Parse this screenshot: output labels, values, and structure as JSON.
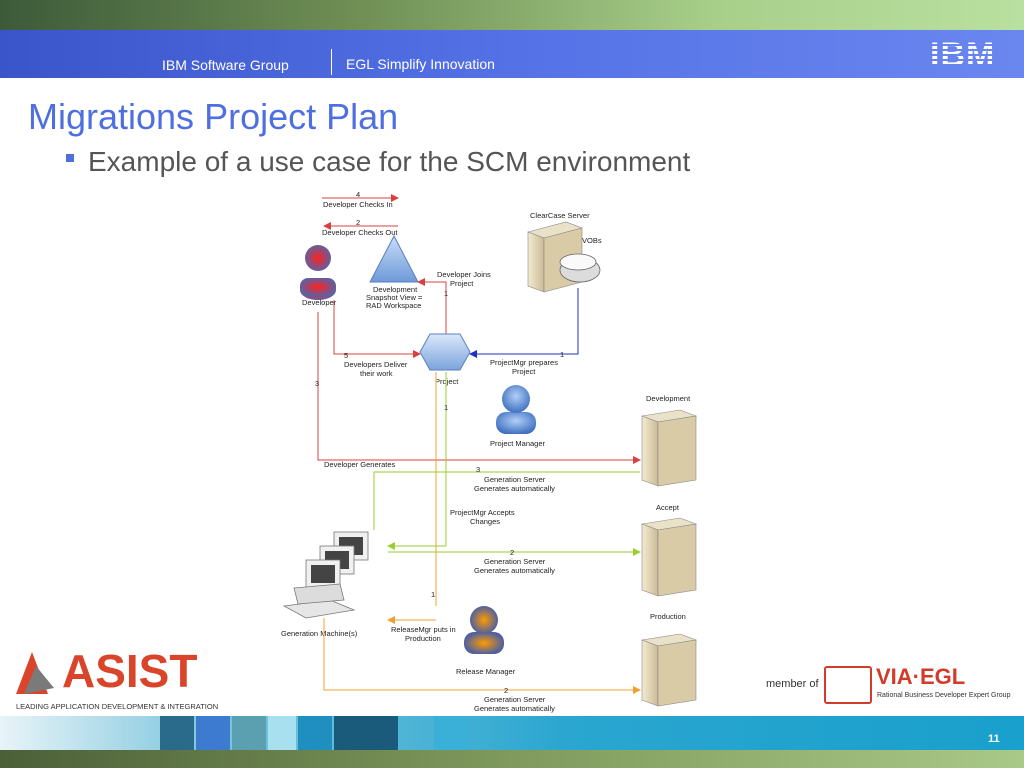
{
  "header": {
    "group": "IBM Software Group",
    "product": "EGL Simplify Innovation",
    "logo": "IBM"
  },
  "title": "Migrations Project Plan",
  "bullet": "Example of a use case for the SCM environment",
  "diagram": {
    "legend": {
      "checks_in_num": "4",
      "checks_in": "Developer Checks In",
      "checks_out_num": "2",
      "checks_out": "Developer Checks Out"
    },
    "clearcase_server": "ClearCase Server",
    "vobs": "VOBs",
    "developer": "Developer",
    "dev_view_1": "Development",
    "dev_view_2": "Snapshot View =",
    "dev_view_3": "RAD Workspace",
    "joins_1": "Developer Joins",
    "joins_2": "Project",
    "joins_num": "1",
    "project": "Project",
    "prepares_num": "1",
    "prepares_1": "ProjectMgr prepares",
    "prepares_2": "Project",
    "deliver_num": "5",
    "deliver_1": "Developers Deliver",
    "deliver_2": "their work",
    "dev_gen_num": "3",
    "project_manager": "Project Manager",
    "pm_num": "1",
    "development": "Development",
    "developer_generates": "Developer Generates",
    "gen3_num": "3",
    "gen3_1": "Generation Server",
    "gen3_2": "Generates automatically",
    "accepts_1": "ProjectMgr Accepts",
    "accepts_2": "Changes",
    "accept": "Accept",
    "gen2a_num": "2",
    "gen2a_1": "Generation Server",
    "gen2a_2": "Generates automatically",
    "release_num": "1",
    "production": "Production",
    "generation_machines": "Generation Machine(s)",
    "releasemgr_1": "ReleaseMgr puts in",
    "releasemgr_2": "Production",
    "release_manager": "Release Manager",
    "gen2b_num": "2",
    "gen2b_1": "Generation Server",
    "gen2b_2": "Generates automatically"
  },
  "logos": {
    "asist": "ASIST",
    "asist_tagline": "LEADING APPLICATION DEVELOPMENT & INTEGRATION",
    "member_of": "member of",
    "via_egl": "VIA·EGL",
    "via_sub": "Rational Business Developer Expert Group"
  },
  "page_number": "11",
  "colors": {
    "title_blue": "#4f6fe0",
    "header_blue": "#4a66dd",
    "check_in_red": "#d84040",
    "generate_green": "#9acd32",
    "release_orange": "#f0a030",
    "prepare_blue": "#2030c0"
  }
}
